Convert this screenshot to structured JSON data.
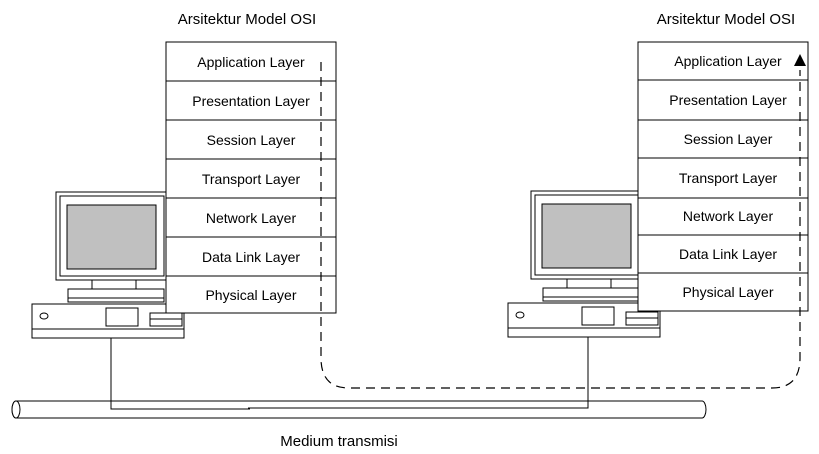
{
  "left_stack": {
    "title": "Arsitektur Model OSI",
    "layers": [
      "Application Layer",
      "Presentation Layer",
      "Session Layer",
      "Transport Layer",
      "Network Layer",
      "Data Link Layer",
      "Physical Layer"
    ]
  },
  "right_stack": {
    "title": "Arsitektur Model OSI",
    "layers": [
      "Application Layer",
      "Presentation Layer",
      "Session Layer",
      "Transport Layer",
      "Network Layer",
      "Data Link Layer",
      "Physical Layer"
    ]
  },
  "medium": {
    "label": "Medium transmisi"
  },
  "icons": {
    "computer": "desktop-computer-icon",
    "cable": "transmission-cable",
    "arrow": "arrow-up-icon"
  },
  "colors": {
    "stroke": "#000000",
    "monitor_screen": "#c0c0c0",
    "background": "#ffffff"
  }
}
